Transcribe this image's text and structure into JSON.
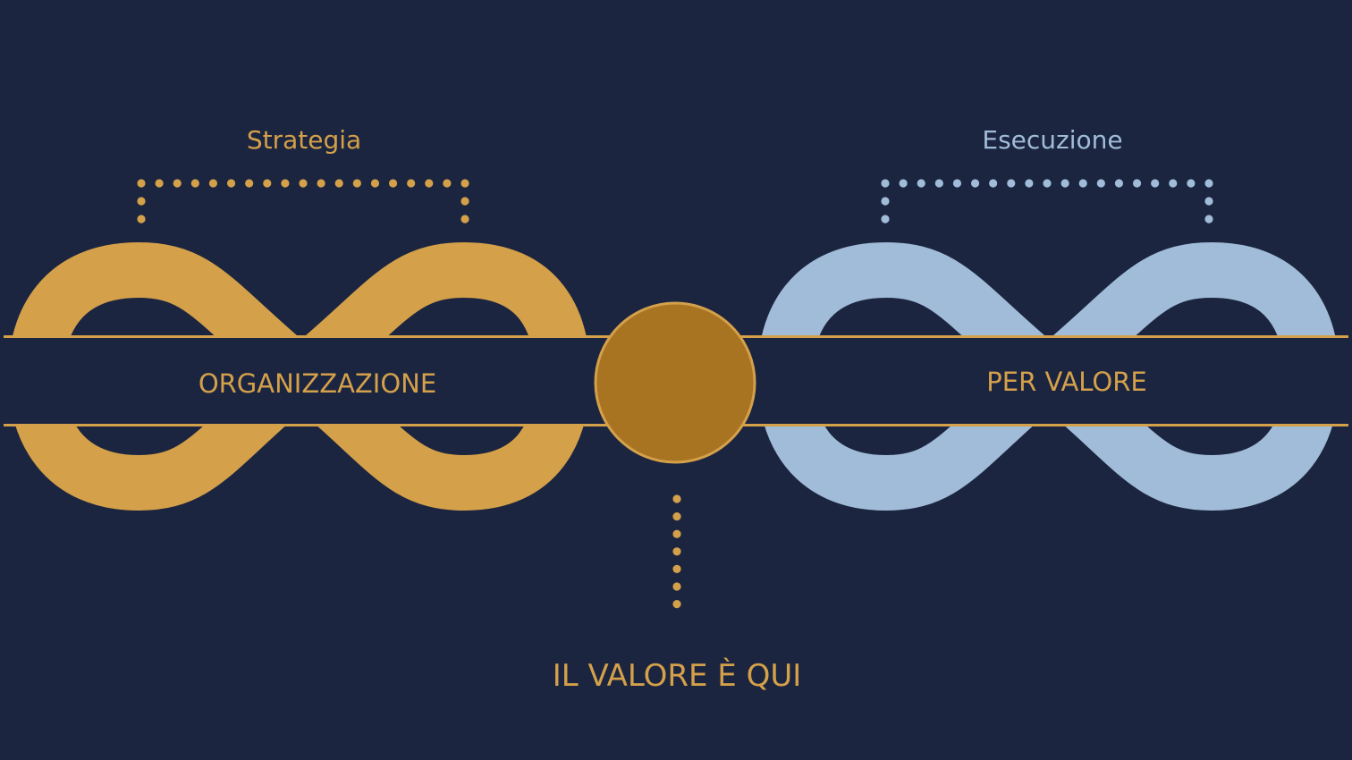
{
  "colors": {
    "background": "#1b2540",
    "gold": "#d4a04a",
    "gold_dark": "#a87422",
    "blue": "#a1bcd8"
  },
  "left": {
    "heading": "Strategia",
    "band_label": "ORGANIZZAZIONE"
  },
  "right": {
    "heading": "Esecuzione",
    "band_label": "PER VALORE"
  },
  "center": {
    "caption": "IL VALORE È QUI"
  }
}
